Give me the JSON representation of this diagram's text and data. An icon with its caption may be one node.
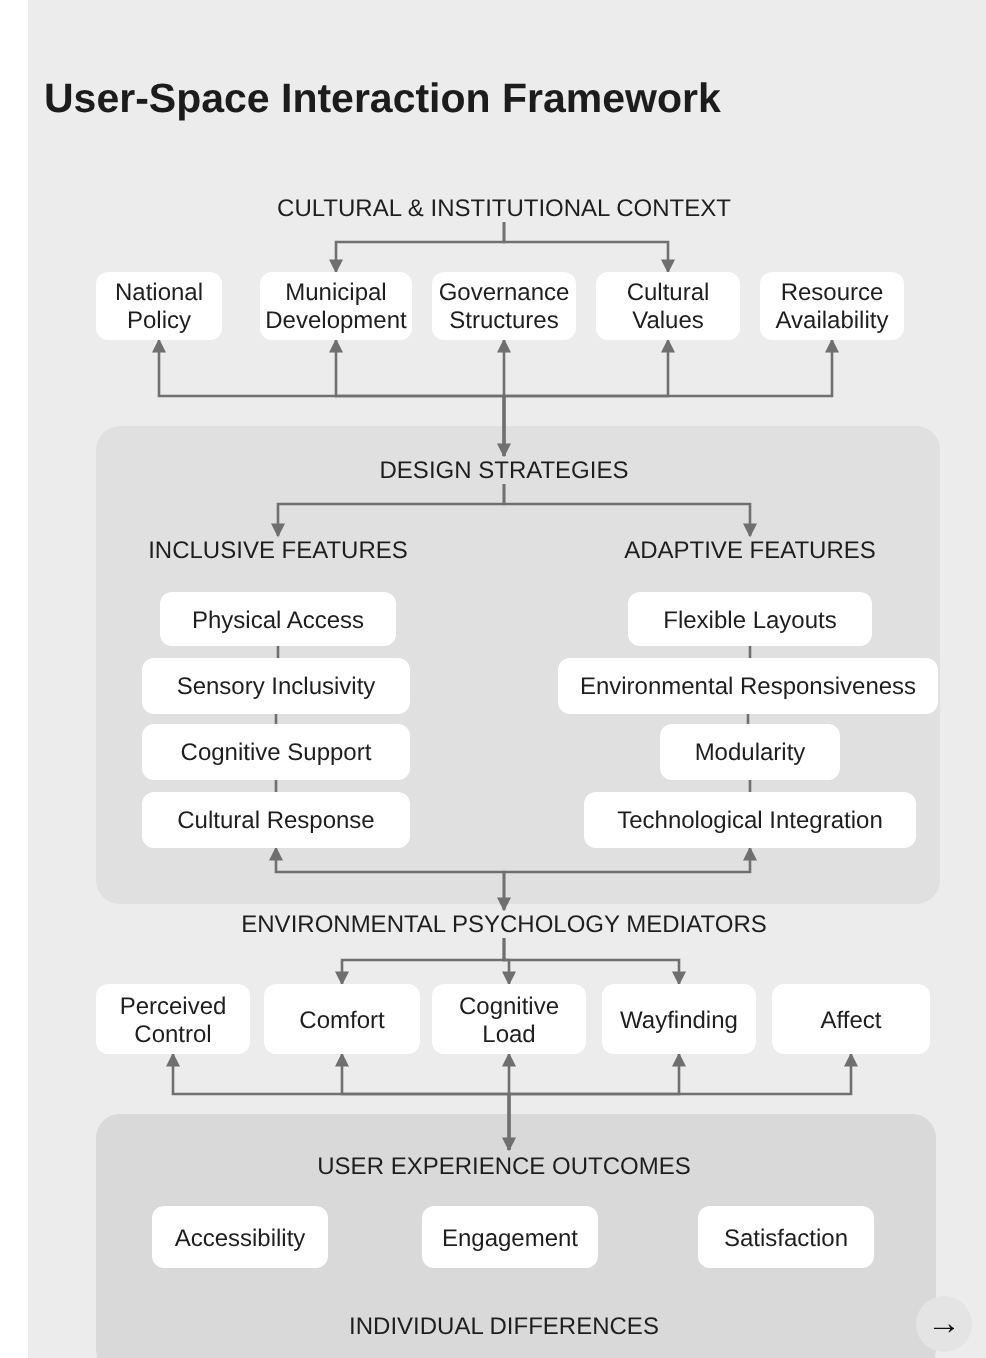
{
  "diagram": {
    "title": "User-Space Interaction Framework",
    "nodes": [
      {
        "text": [
          "CULTURAL & INSTITUTIONAL CONTEXT"
        ]
      },
      {
        "text": [
          "National Policy"
        ]
      },
      {
        "text": [
          "Municipal Development"
        ]
      },
      {
        "text": [
          "Governance Structures"
        ]
      },
      {
        "text": [
          "Cultural Values"
        ]
      },
      {
        "text": [
          "Resource Availability"
        ]
      },
      {
        "text": [],
        "shape": "box"
      },
      {
        "text": [
          "DESIGN STRATEGIES"
        ],
        "in": 6
      },
      {
        "text": [
          "INCLUSIVE FEATURES"
        ],
        "in": 6
      },
      {
        "text": [
          "ADAPTIVE FEATURES"
        ],
        "in": 6
      },
      {
        "text": [
          "Physical Access"
        ],
        "in": 6
      },
      {
        "text": [
          "Sensory Inclusivity"
        ],
        "in": 6
      },
      {
        "text": [
          "Cognitive Support"
        ],
        "in": 6
      },
      {
        "text": [
          "Cultural Response"
        ],
        "in": 6
      },
      {
        "text": [
          "Flexible Layouts"
        ],
        "in": 6
      },
      {
        "text": [
          "Environmental Responsiveness"
        ],
        "in": 6
      },
      {
        "text": [
          "Modularity"
        ],
        "in": 6
      },
      {
        "text": [
          "Technological Integration"
        ],
        "in": 6
      },
      {
        "text": [
          "ENVIRONMENTAL PSYCHOLOGY MEDIATORS"
        ]
      },
      {
        "text": [
          "Perceived Control"
        ]
      },
      {
        "text": [
          "Comfort"
        ]
      },
      {
        "text": [
          "Cognitive Load"
        ]
      },
      {
        "text": [
          "Wayfinding"
        ]
      },
      {
        "text": [
          "Affect"
        ]
      },
      {
        "text": [],
        "shape": "box"
      },
      {
        "text": [
          "USER EXPERIENCE OUTCOMES"
        ],
        "in": 24
      },
      {
        "text": [
          "Accessibility"
        ],
        "in": 24
      },
      {
        "text": [
          "Engagement"
        ],
        "in": 24
      },
      {
        "text": [
          "Satisfaction"
        ],
        "in": 24
      },
      {
        "text": [
          "INDIVIDUAL DIFFERENCES"
        ],
        "in": 24
      }
    ],
    "edges": [
      {
        "from": 0,
        "to": 2,
        "arrow": "to"
      },
      {
        "from": 0,
        "to": 4,
        "arrow": "to"
      },
      {
        "from": 7,
        "to": 1,
        "arrow": "to"
      },
      {
        "from": 7,
        "to": 2,
        "arrow": "to"
      },
      {
        "from": 7,
        "to": 3,
        "arrow": "both"
      },
      {
        "from": 7,
        "to": 4,
        "arrow": "to"
      },
      {
        "from": 7,
        "to": 5,
        "arrow": "to"
      },
      {
        "from": 7,
        "to": 8,
        "arrow": "to"
      },
      {
        "from": 7,
        "to": 9,
        "arrow": "to"
      },
      {
        "from": 10,
        "to": 11,
        "arrow": "none"
      },
      {
        "from": 11,
        "to": 12,
        "arrow": "none"
      },
      {
        "from": 12,
        "to": 13,
        "arrow": "none"
      },
      {
        "from": 14,
        "to": 15,
        "arrow": "none"
      },
      {
        "from": 15,
        "to": 16,
        "arrow": "none"
      },
      {
        "from": 16,
        "to": 17,
        "arrow": "none"
      },
      {
        "from": 18,
        "to": 13,
        "arrow": "both"
      },
      {
        "from": 18,
        "to": 17,
        "arrow": "to"
      },
      {
        "from": 18,
        "to": 20,
        "arrow": "to"
      },
      {
        "from": 18,
        "to": 21,
        "arrow": "to"
      },
      {
        "from": 18,
        "to": 22,
        "arrow": "to"
      },
      {
        "from": 25,
        "to": 19,
        "arrow": "to"
      },
      {
        "from": 25,
        "to": 20,
        "arrow": "to"
      },
      {
        "from": 25,
        "to": 21,
        "arrow": "both"
      },
      {
        "from": 25,
        "to": 22,
        "arrow": "to"
      },
      {
        "from": 25,
        "to": 23,
        "arrow": "to"
      }
    ],
    "labels": [
      "→"
    ]
  }
}
